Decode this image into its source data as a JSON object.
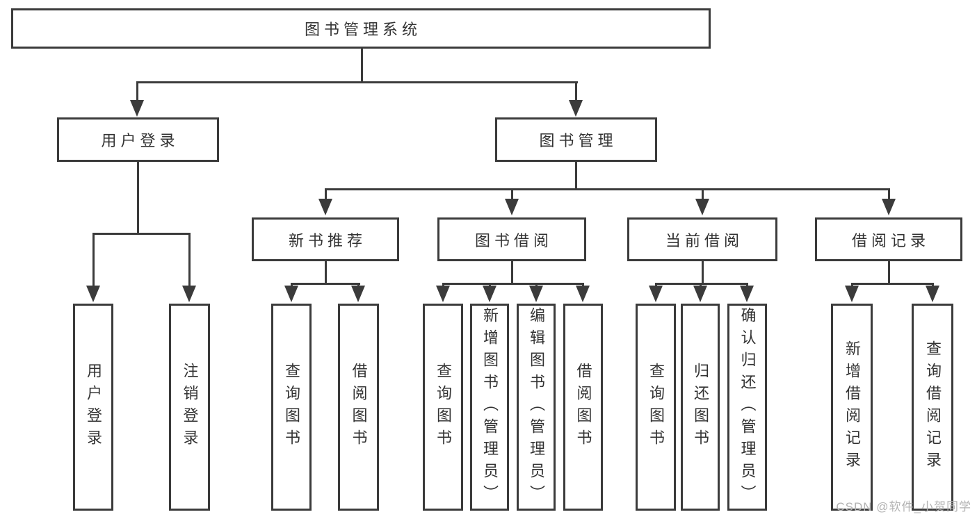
{
  "diagram_type": "hierarchy-tree",
  "nodes": {
    "root": "图书管理系统",
    "level2": [
      "用户登录",
      "图书管理"
    ],
    "level3": [
      "新书推荐",
      "图书借阅",
      "当前借阅",
      "借阅记录"
    ],
    "leaves": [
      "用户登录",
      "注销登录",
      "查询图书",
      "借阅图书",
      "查询图书",
      "新增图书（管理员）",
      "编辑图书（管理员）",
      "借阅图书",
      "查询图书",
      "归还图书",
      "确认归还（管理员）",
      "新增借阅记录",
      "查询借阅记录"
    ]
  },
  "icons": {
    "arrowhead": "solid-down-triangle"
  },
  "colors": {
    "line": "#3b3b3b",
    "text": "#333333",
    "background": "#ffffff",
    "watermark": "#b3b3b3"
  },
  "watermark": "CSDN @软件_小贺同学"
}
